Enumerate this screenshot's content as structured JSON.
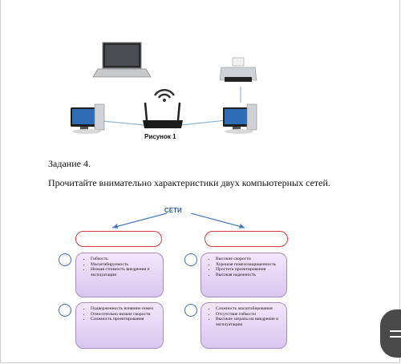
{
  "figure1": {
    "caption": "Рисунок 1"
  },
  "task": {
    "title": "Задание 4.",
    "instruction": "Прочитайте внимательно характеристики двух компьютерных сетей."
  },
  "diagram": {
    "title": "СЕТИ",
    "box_top_left": [
      "Гибкость",
      "Масштабируемость",
      "Низкая стоимость внедрения и эксплуатации"
    ],
    "box_top_right": [
      "Высокие скорости",
      "Хорошая помехозащищенность",
      "Простота проектирования",
      "Высокая надежность"
    ],
    "box_bottom_left": [
      "Подверженность влиянию помех",
      "Относительно низкие скорости",
      "Сложность проектирования"
    ],
    "box_bottom_right": [
      "Сложность масштабирования",
      "Отсутствие гибкости",
      "Высокие затраты на внедрение и эксплуатацию"
    ]
  }
}
